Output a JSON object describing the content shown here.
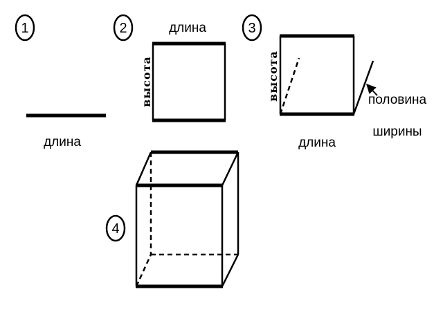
{
  "figures": [
    {
      "number": "1",
      "labels": {
        "length": "длина"
      }
    },
    {
      "number": "2",
      "labels": {
        "length": "длина",
        "height": "высота"
      }
    },
    {
      "number": "3",
      "labels": {
        "length": "длина",
        "height": "высота",
        "half_width_line1": "половина",
        "half_width_line2": "ширины"
      }
    },
    {
      "number": "4"
    }
  ],
  "colors": {
    "ink": "#000000",
    "background": "#ffffff"
  }
}
